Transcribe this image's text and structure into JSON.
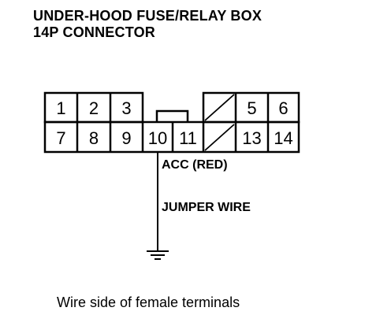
{
  "title_line1": "UNDER-HOOD FUSE/RELAY BOX",
  "title_line2": "14P CONNECTOR",
  "top_row_pins": [
    "1",
    "2",
    "3",
    "5",
    "6"
  ],
  "bottom_row_pins": [
    "7",
    "8",
    "9",
    "10",
    "11",
    "13",
    "14"
  ],
  "wire_label": "ACC (RED)",
  "jumper_label": "JUMPER WIRE",
  "caption": "Wire side of female terminals"
}
